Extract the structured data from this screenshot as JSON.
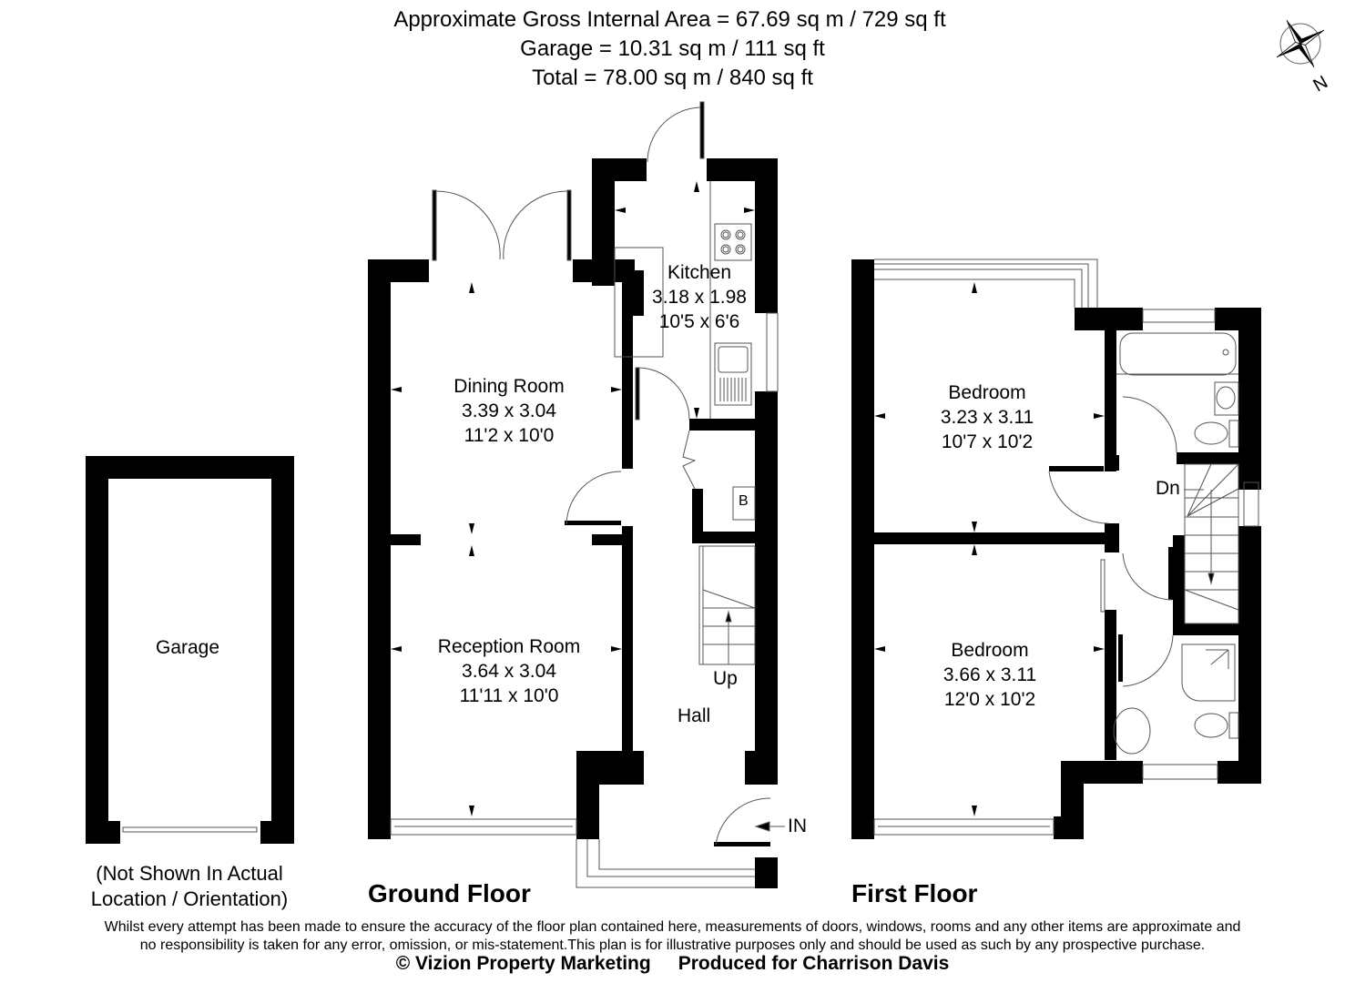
{
  "header": {
    "gross_internal_area": "Approximate Gross Internal Area = 67.69 sq m / 729 sq ft",
    "garage_area": "Garage = 10.31 sq m / 111 sq ft",
    "total_area": "Total = 78.00 sq m / 840 sq ft"
  },
  "compass": {
    "icon": "north-compass-rose-icon",
    "label": "N"
  },
  "ground_floor": {
    "title": "Ground Floor",
    "rooms": [
      {
        "name": "Kitchen",
        "metric": "3.18 x 1.98",
        "imperial": "10'5 x 6'6"
      },
      {
        "name": "Dining Room",
        "metric": "3.39 x 3.04",
        "imperial": "11'2 x 10'0"
      },
      {
        "name": "Reception Room",
        "metric": "3.64 x 3.04",
        "imperial": "11'11 x 10'0"
      },
      {
        "name": "Hall"
      }
    ],
    "stairs_label": "Up",
    "boiler_label": "B",
    "entrance_label": "IN"
  },
  "first_floor": {
    "title": "First Floor",
    "rooms": [
      {
        "name": "Bedroom",
        "metric": "3.23 x 3.11",
        "imperial": "10'7 x 10'2"
      },
      {
        "name": "Bedroom",
        "metric": "3.66 x 3.11",
        "imperial": "12'0 x 10'2"
      }
    ],
    "stairs_label": "Dn"
  },
  "garage": {
    "name": "Garage",
    "note_line1": "(Not Shown In Actual",
    "note_line2": "Location / Orientation)"
  },
  "footer": {
    "disclaimer_line1": "Whilst every attempt has been made to ensure the accuracy of the floor plan contained here, measurements of doors, windows, rooms and any other items are approximate and",
    "disclaimer_line2": "no responsibility is taken for any error, omission, or mis-statement.This plan is for illustrative purposes only and should be used as such by any prospective purchase.",
    "copyright": "© Vizion Property Marketing",
    "produced_for": "Produced for Charrison Davis"
  },
  "colors": {
    "wall": "#000000",
    "background": "#ffffff",
    "line": "#555555"
  }
}
